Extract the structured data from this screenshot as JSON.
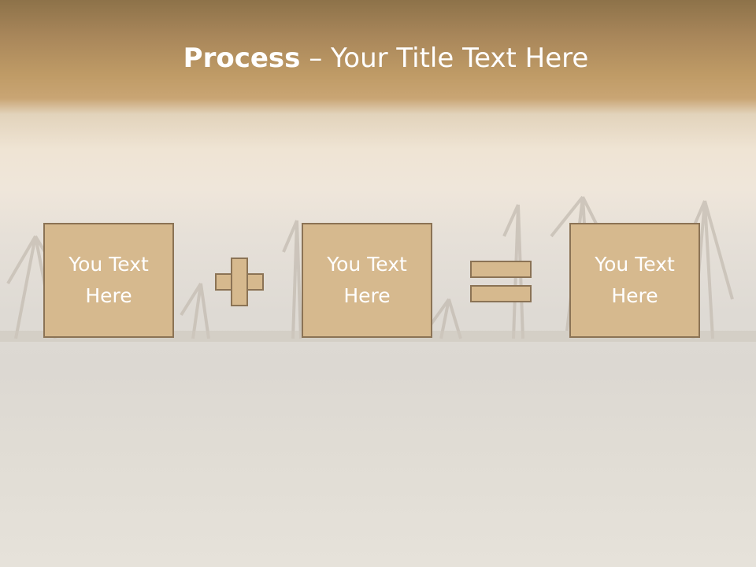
{
  "title": {
    "bold": "Process",
    "dash": " – ",
    "rest": "Your Title Text Here"
  },
  "boxes": [
    {
      "text": "You Text Here"
    },
    {
      "text": "You Text Here"
    },
    {
      "text": "You Text Here"
    }
  ],
  "operators": [
    {
      "icon": "plus-icon"
    },
    {
      "icon": "equals-icon"
    }
  ],
  "colors": {
    "box_fill": "#d6b98e",
    "box_border": "#8b7355",
    "title_text": "#ffffff",
    "header_band": "#bf9b66"
  }
}
